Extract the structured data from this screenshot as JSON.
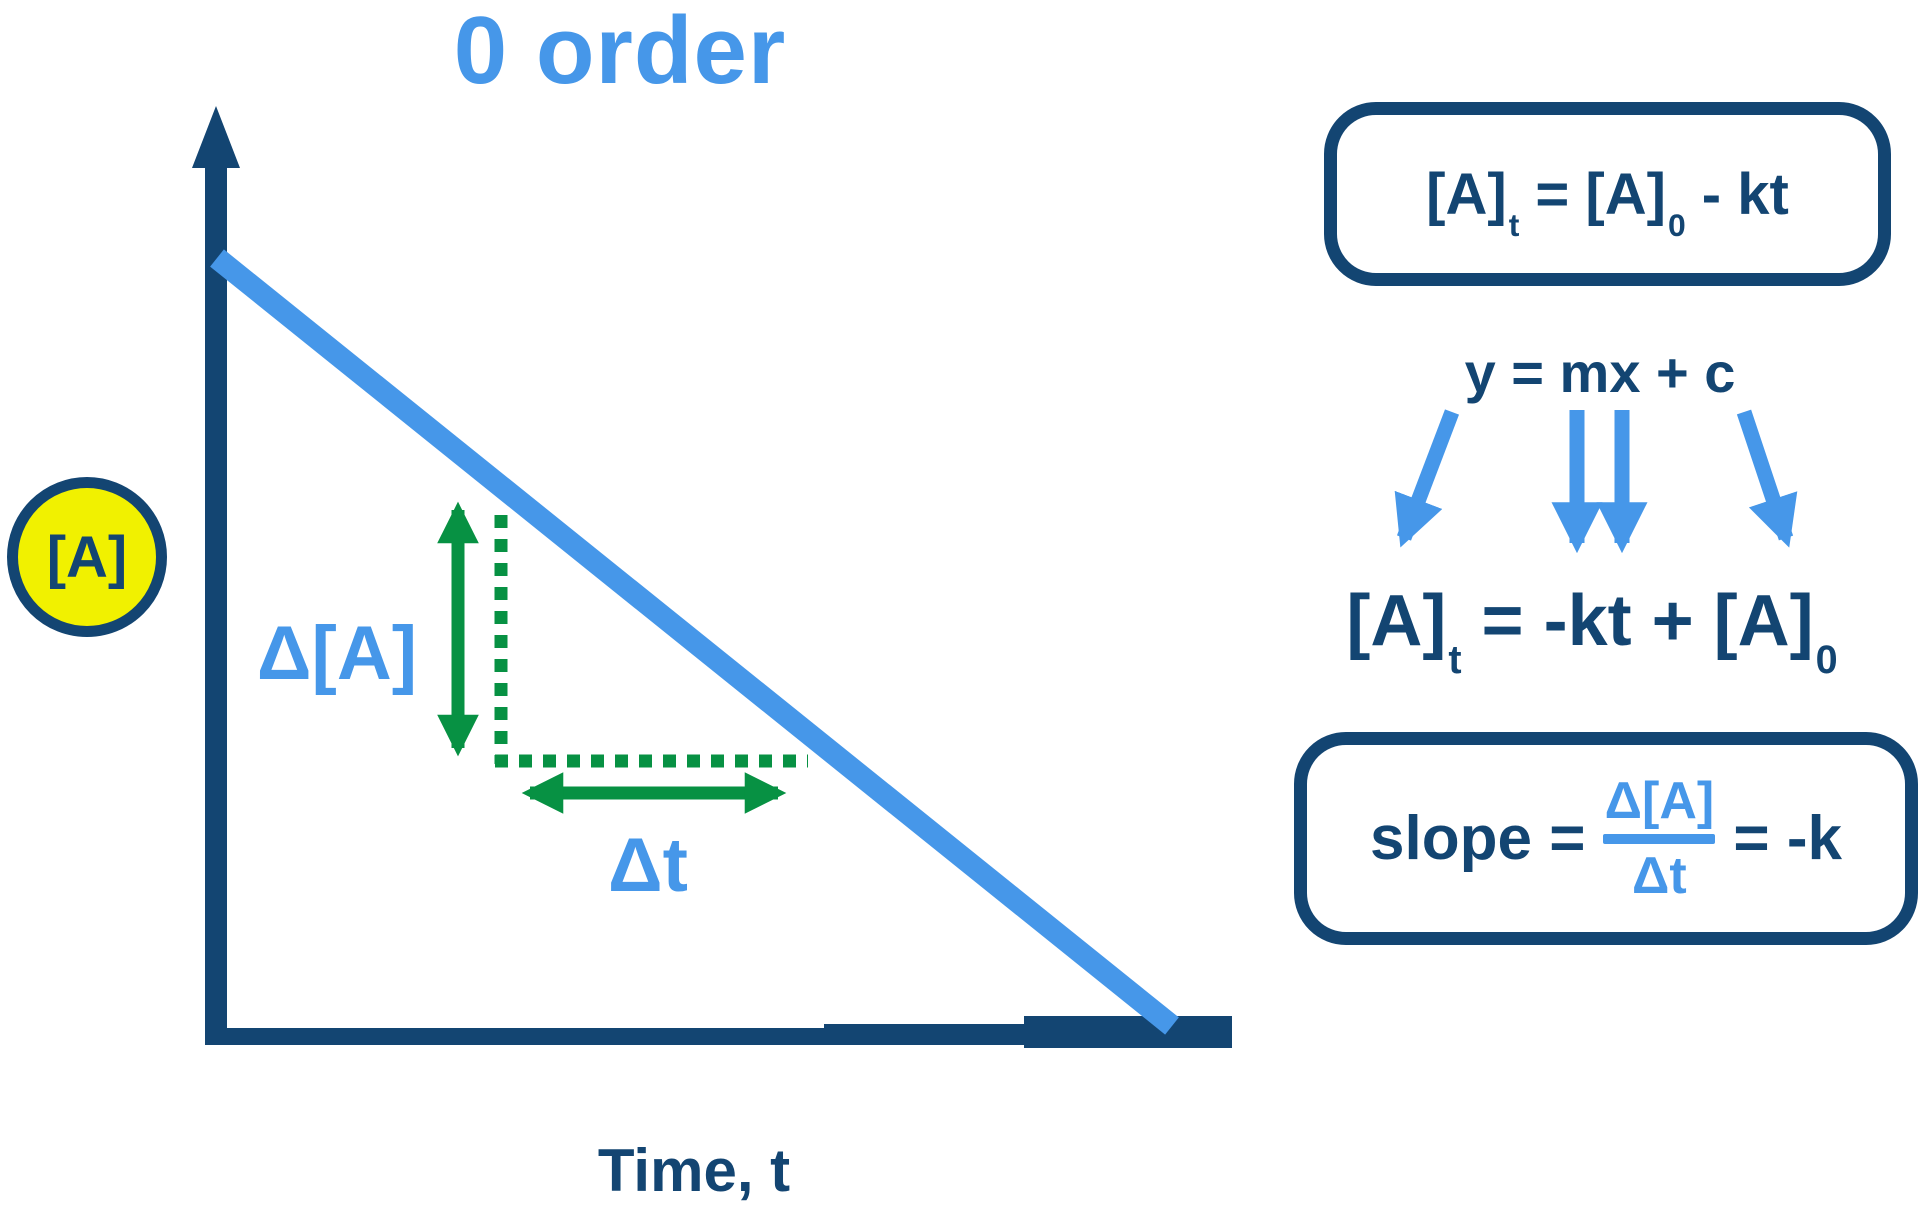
{
  "title": "0 order",
  "colors": {
    "light_blue": "#4697E9",
    "navy": "#134572",
    "green": "#079143",
    "yellow": "#F1F100",
    "background": "#FFFFFF"
  },
  "graph": {
    "y_axis_label": "[A]",
    "x_axis_label": "Time, t",
    "delta_y_label": "Δ[A]",
    "delta_x_label": "Δt"
  },
  "equations": {
    "boxed_top": {
      "pre": "[A]",
      "sub_t": "t",
      "mid": " = [A]",
      "sub_0": "0",
      "post": " - kt"
    },
    "linear_form": "y = mx + c",
    "rearranged": {
      "pre": "[A]",
      "sub_t": "t",
      "mid": " = -kt + [A]",
      "sub_0": "0"
    },
    "slope": {
      "lhs": "slope =",
      "numerator": "Δ[A]",
      "denominator": "Δt",
      "rhs": "= -k"
    }
  },
  "chart_data": {
    "type": "line",
    "title": "0 order",
    "xlabel": "Time, t",
    "ylabel": "[A]",
    "axis_values_shown": false,
    "description": "Schematic straight line: concentration [A] decreases linearly with time from [A]0 at t = 0; rise/run triangle marked with Δ[A] and Δt; slope = Δ[A]/Δt = -k"
  }
}
